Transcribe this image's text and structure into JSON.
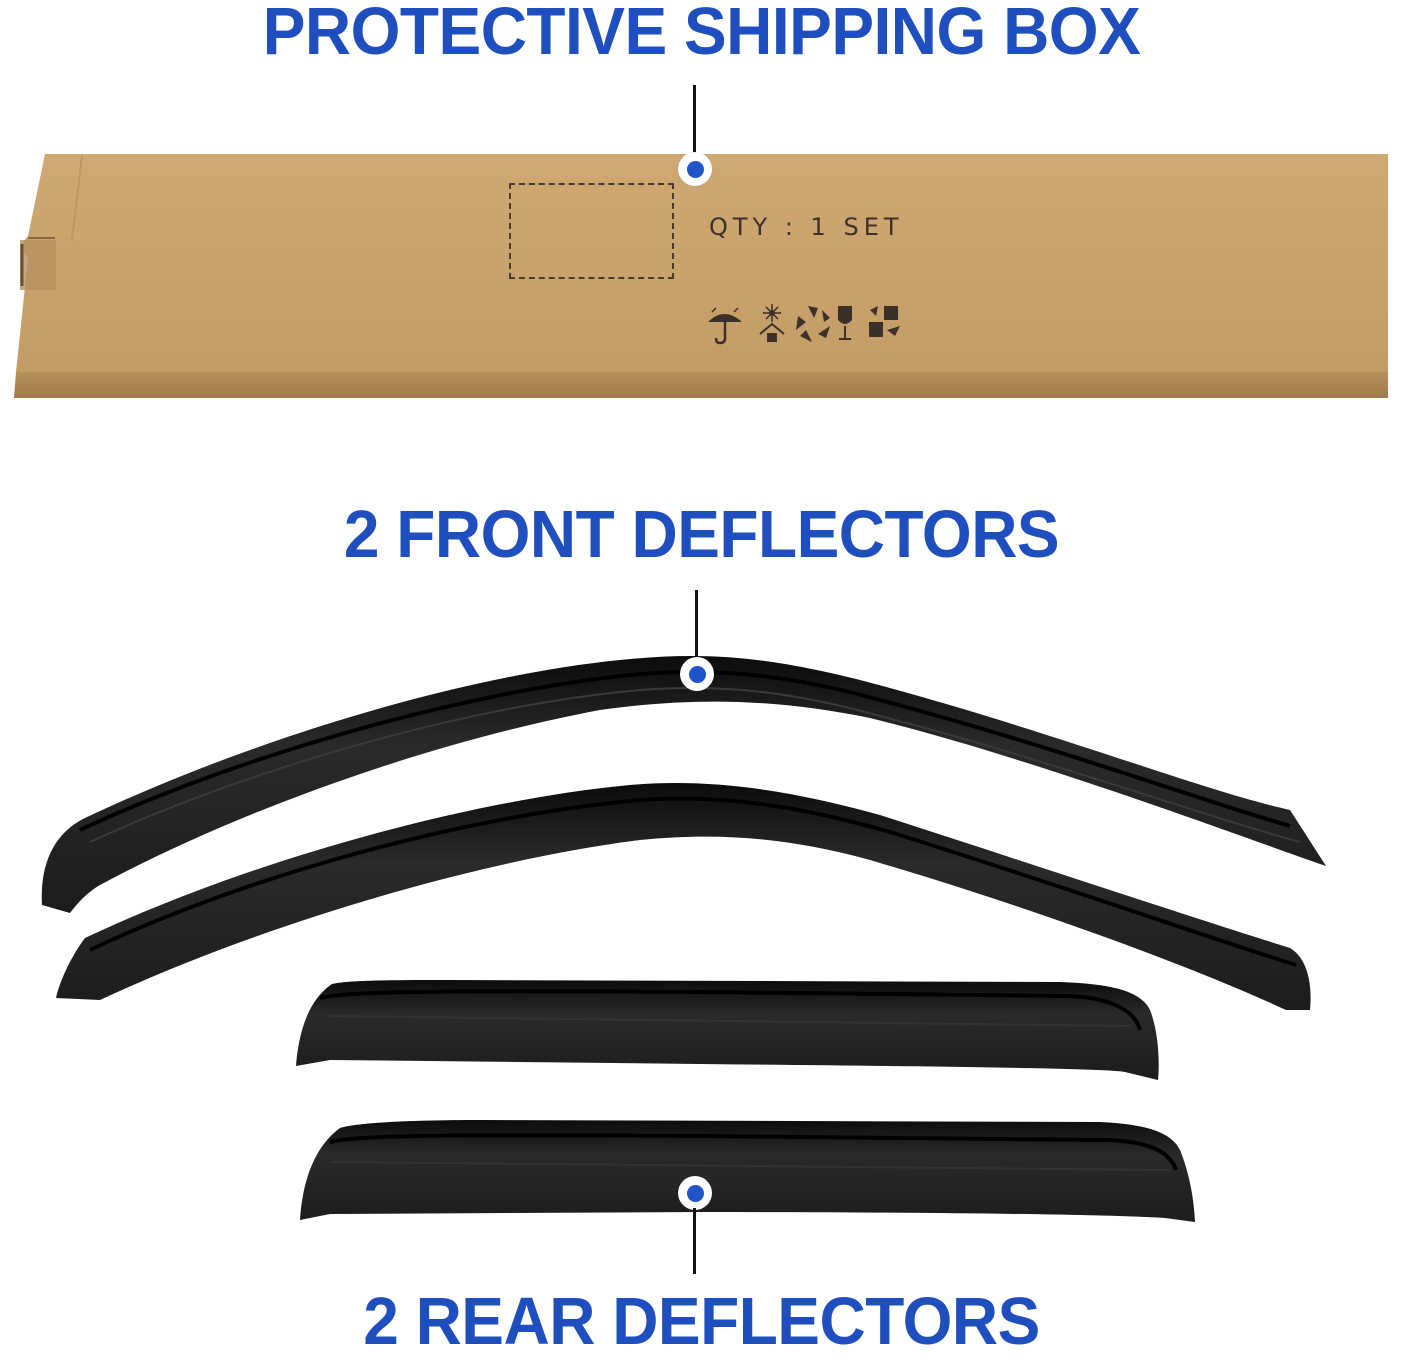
{
  "headings": {
    "box": "PROTECTIVE SHIPPING BOX",
    "front": "2 FRONT DEFLECTORS",
    "rear": "2 REAR DEFLECTORS"
  },
  "box": {
    "qty_label": "QTY : 1 SET",
    "color": "#c8a26e",
    "handling_icons": [
      "keep-dry-icon",
      "keep-away-from-heat-icon",
      "recyclable-icon",
      "fragile-icon",
      "handle-with-care-icon"
    ]
  },
  "colors": {
    "heading": "#1f4fbf",
    "marker_dot": "#1f55c8",
    "deflector": "#1a1a1a"
  }
}
